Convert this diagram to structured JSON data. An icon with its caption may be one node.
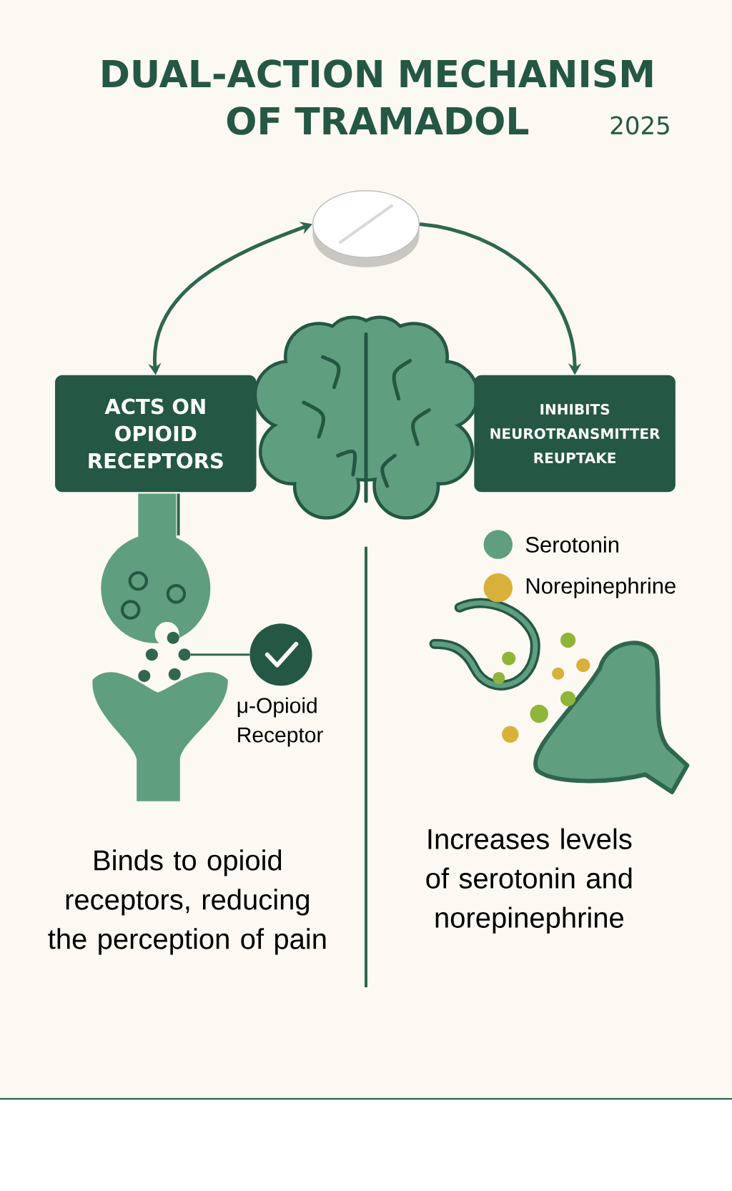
{
  "diagram": {
    "title": "DUAL-ACTION MECHANISM OF TRAMADOL",
    "nodes": [
      {
        "text": [],
        "shape": "picture"
      },
      {
        "text": [
          "ACTS ON OPIOID RECEPTORS"
        ]
      },
      {
        "text": [
          "INHIBITS NEUROTRANSMITTER REUPTAKE"
        ]
      },
      {
        "text": [],
        "shape": "circle"
      },
      {
        "text": [],
        "shape": "circle",
        "beside": [
          "μ-Opioid Receptor"
        ]
      }
    ],
    "edges": [
      {
        "from": 1,
        "to": 0,
        "arrow": "both"
      },
      {
        "from": 0,
        "to": 2,
        "arrow": "to"
      },
      {
        "from": 3,
        "to": 4,
        "arrow": "none"
      }
    ],
    "labels": [
      "2025",
      "Binds to opioid receptors, reducing the perception of pain",
      "Increases levels of serotonin and norepinephrine"
    ],
    "legend": [
      {
        "text": "Serotonin",
        "color": "#5f9e7f"
      },
      {
        "text": "Norepinephrine",
        "color": "#d9b03a"
      }
    ]
  }
}
